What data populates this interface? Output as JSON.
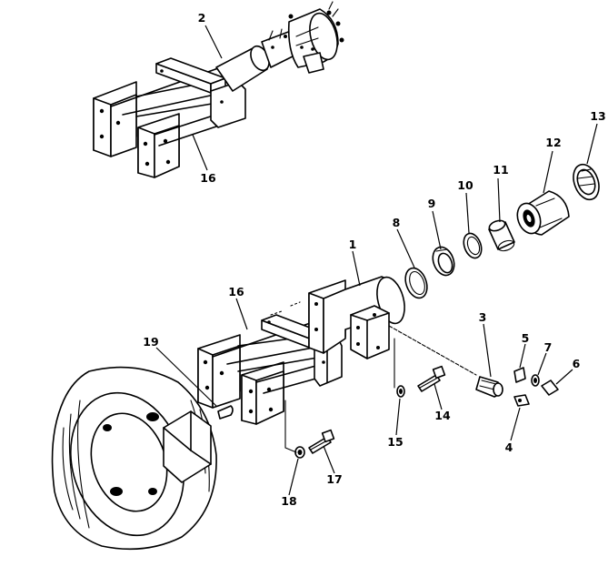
{
  "callouts": [
    {
      "id": "1",
      "text": "1"
    },
    {
      "id": "2",
      "text": "2"
    },
    {
      "id": "3",
      "text": "3"
    },
    {
      "id": "4",
      "text": "4"
    },
    {
      "id": "5",
      "text": "5"
    },
    {
      "id": "6",
      "text": "6"
    },
    {
      "id": "7",
      "text": "7"
    },
    {
      "id": "8",
      "text": "8"
    },
    {
      "id": "9",
      "text": "9"
    },
    {
      "id": "10",
      "text": "10"
    },
    {
      "id": "11",
      "text": "11"
    },
    {
      "id": "12",
      "text": "12"
    },
    {
      "id": "13",
      "text": "13"
    },
    {
      "id": "14",
      "text": "14"
    },
    {
      "id": "15",
      "text": "15"
    },
    {
      "id": "16a",
      "text": "16"
    },
    {
      "id": "16b",
      "text": "16"
    },
    {
      "id": "17",
      "text": "17"
    },
    {
      "id": "18",
      "text": "18"
    },
    {
      "id": "19",
      "text": "19"
    }
  ]
}
